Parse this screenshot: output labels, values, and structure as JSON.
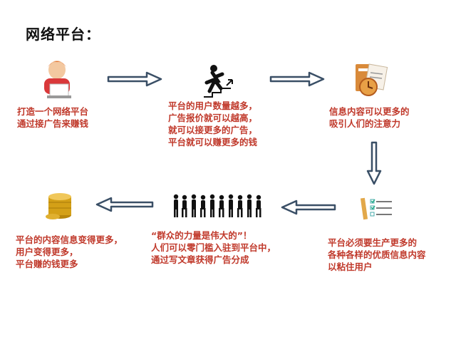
{
  "title": "网络平台：",
  "nodes": [
    {
      "id": "person",
      "icon": "user-at-computer-icon",
      "lines": [
        "打造一个网络平台",
        "通过接广告来赚钱"
      ]
    },
    {
      "id": "climb",
      "icon": "running-up-stairs-icon",
      "lines": [
        "平台的用户数量越多，",
        "广告报价就可以越高，",
        "就可以接更多的广告，",
        "平台就可以赚更多的钱"
      ]
    },
    {
      "id": "info",
      "icon": "documents-clock-icon",
      "lines": [
        "信息内容可以更多的",
        "吸引人们的注意力"
      ]
    },
    {
      "id": "checklist",
      "icon": "checklist-icon",
      "lines": [
        "平台必须要生产更多的",
        "各种各样的优质信息内容",
        "以粘住用户"
      ]
    },
    {
      "id": "crowd",
      "icon": "crowd-silhouettes-icon",
      "lines": [
        "“群众的力量是伟大的”！",
        "人们可以零门槛入驻到平台中，",
        "通过写文章获得广告分成"
      ]
    },
    {
      "id": "coins",
      "icon": "gold-coins-icon",
      "lines": [
        "平台的内容信息变得更多，",
        "用户变得更多，",
        "平台赚的钱更多"
      ]
    }
  ],
  "colors": {
    "caption": "#c0392b",
    "arrow_stroke": "#3a4f66",
    "arrow_fill": "#ffffff"
  }
}
